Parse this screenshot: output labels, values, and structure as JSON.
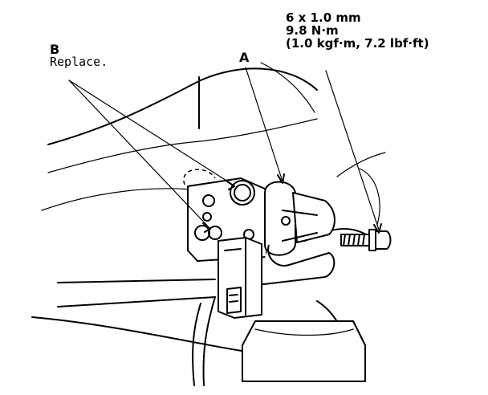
{
  "callouts": {
    "b": {
      "letter": "B",
      "note": "Replace."
    },
    "a": {
      "letter": "A"
    }
  },
  "bolt_spec": {
    "size": "6 x 1.0 mm",
    "torque_nm": "9.8 N·m",
    "torque_alt": "(1.0 kgf·m, 7.2 lbf·ft)"
  },
  "icons": [
    "o-ring-seal-icon",
    "sensor-body-icon",
    "flange-bolt-icon",
    "electrical-connector-icon"
  ],
  "colors": {
    "ink": "#000000",
    "paper": "#ffffff"
  }
}
